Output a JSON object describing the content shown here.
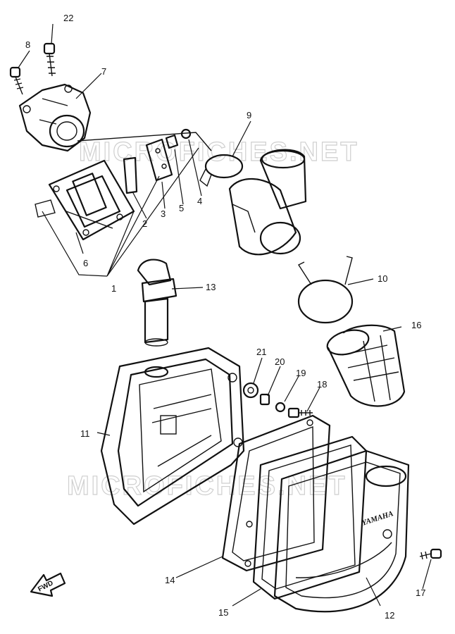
{
  "watermark": "MICROFICHES.NET",
  "brand_label": "YAMAHA",
  "direction_label": "FWD",
  "callouts": {
    "c1": "1",
    "c2": "2",
    "c3": "3",
    "c4": "4",
    "c5": "5",
    "c6": "6",
    "c7": "7",
    "c8": "8",
    "c9": "9",
    "c10": "10",
    "c11": "11",
    "c12": "12",
    "c13": "13",
    "c14": "14",
    "c15": "15",
    "c16": "16",
    "c17": "17",
    "c18": "18",
    "c19": "19",
    "c20": "20",
    "c21": "21",
    "c22": "22"
  }
}
